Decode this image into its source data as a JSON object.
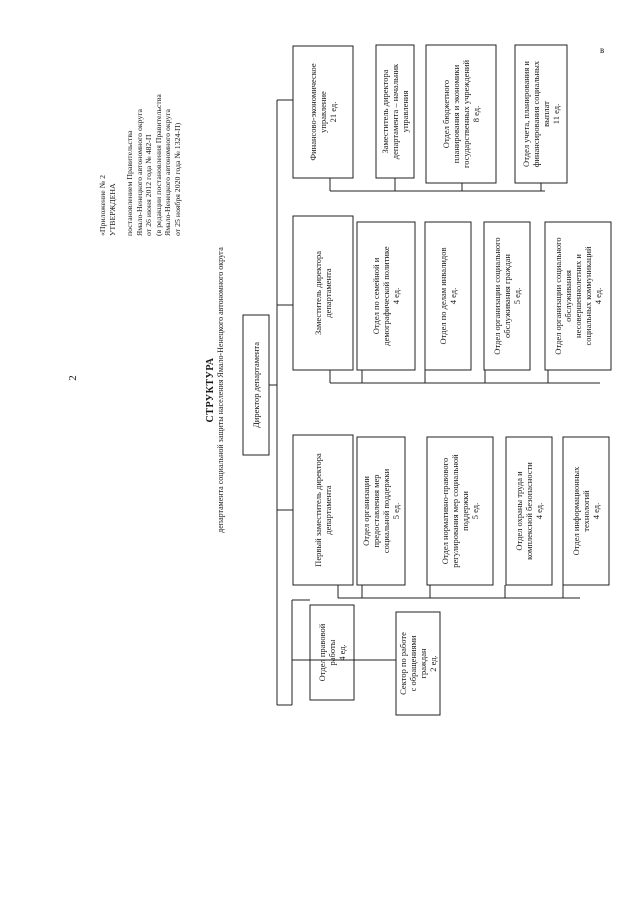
{
  "page_number": "2",
  "corner_mark": "в",
  "approval": {
    "lines": [
      "«Приложение № 2",
      "УТВЕРЖДЕНА",
      "",
      "постановлением Правительства",
      "Ямало-Ненецкого автономного округа",
      "от 26 июня 2012 года № 482-П",
      "(в редакции постановления Правительства",
      "Ямало-Ненецкого автономного округа",
      "от 25 ноября 2020 года № 1324-П)"
    ]
  },
  "title": {
    "heading": "СТРУКТУРА",
    "subheading": "департамента социальной защиты населения Ямало-Ненецкого автономного округа"
  },
  "boxes": {
    "director": [
      "Директор департамента"
    ],
    "legal_dept": [
      "Отдел правовой",
      "работы",
      "4 ед."
    ],
    "appeals_sector": [
      "Сектор по работе",
      "с обращениями",
      "граждан",
      "2 ед."
    ],
    "first_deputy": [
      "Первый заместитель директора",
      "департамента"
    ],
    "social_support_dept": [
      "Отдел организации",
      "предоставления мер",
      "социальной поддержки",
      "5 ед."
    ],
    "regulation_dept": [
      "Отдел нормативно-правового",
      "регулирования мер социальной",
      "поддержки",
      "5 ед."
    ],
    "labor_safety_dept": [
      "Отдел охраны труда и",
      "комплексной безопасности",
      "4 ед."
    ],
    "it_dept": [
      "Отдел информационных",
      "технологий",
      "4 ед."
    ],
    "deputy": [
      "Заместитель директора",
      "департамента"
    ],
    "family_dept": [
      "Отдел по семейной и",
      "демографической политике",
      "4 ед."
    ],
    "disabled_dept": [
      "Отдел по делам инвалидов",
      "4 ед."
    ],
    "social_service_dept": [
      "Отдел организации социального",
      "обслуживания граждан",
      "5 ед."
    ],
    "minors_dept": [
      "Отдел организации социального",
      "обслуживания",
      "несовершеннолетних и",
      "социальных коммуникаций",
      "4 ед."
    ],
    "finance_dept": [
      "Финансово-экономическое",
      "управление",
      "21 ед."
    ],
    "finance_deputy_head": [
      "Заместитель директора",
      "департамента – начальник",
      "управления"
    ],
    "budget_dept": [
      "Отдел бюджетного",
      "планирования и экономики",
      "государственных учреждений",
      "8 ед."
    ],
    "accounting_dept": [
      "Отдел учета, планирования и",
      "финансирования социальных",
      "выплат",
      "11 ед."
    ]
  }
}
